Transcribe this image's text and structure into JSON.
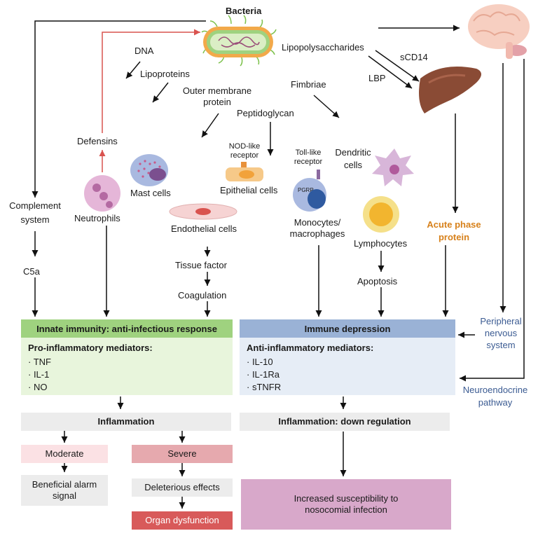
{
  "top": {
    "bacteria": "Bacteria",
    "dna": "DNA",
    "lipoproteins": "Lipoproteins",
    "outer_membrane": "Outer membrane protein",
    "peptidoglycan": "Peptidoglycan",
    "fimbriae": "Fimbriae",
    "lps": "Lipopolysaccharides",
    "scd14": "sCD14",
    "lbp": "LBP"
  },
  "cells": {
    "defensins": "Defensins",
    "mast": "Mast cells",
    "neutrophils": "Neutrophils",
    "complement": "Complement system",
    "c5a": "C5a",
    "nod": "NOD-like receptor",
    "epithelial": "Epithelial cells",
    "toll": "Toll-like receptor",
    "pgrp": "PGRP",
    "mono": "Monocytes/ macrophages",
    "dendritic": "Dendritic cells",
    "lymph": "Lymphocytes",
    "apoptosis": "Apoptosis",
    "endo": "Endothelial cells",
    "tissue": "Tissue factor",
    "coag": "Coagulation",
    "acute": "Acute phase protein",
    "pns": "Peripheral nervous system",
    "neuro": "Neuroendocrine pathway"
  },
  "left": {
    "header": "Innate immunity: anti-infectious response",
    "title": "Pro-inflammatory mediators:",
    "items": [
      "· TNF",
      "· IL-1",
      "· NO"
    ],
    "inflammation": "Inflammation",
    "moderate": "Moderate",
    "beneficial": "Beneficial alarm signal",
    "severe": "Severe",
    "deleterious": "Deleterious effects",
    "organ": "Organ dysfunction"
  },
  "right": {
    "header": "Immune depression",
    "title": "Anti-inflammatory mediators:",
    "items": [
      "· IL-10",
      "· IL-1Ra",
      "· sTNFR"
    ],
    "downreg": "Inflammation: down regulation",
    "suscept": "Increased susceptibility to nosocomial infection"
  },
  "colors": {
    "green_header": "#9fd27f",
    "blue_header": "#9ab2d6",
    "acute_orange": "#d7811b",
    "pathway_blue": "#3b5b92",
    "defensin_arrow": "#d9534f"
  }
}
